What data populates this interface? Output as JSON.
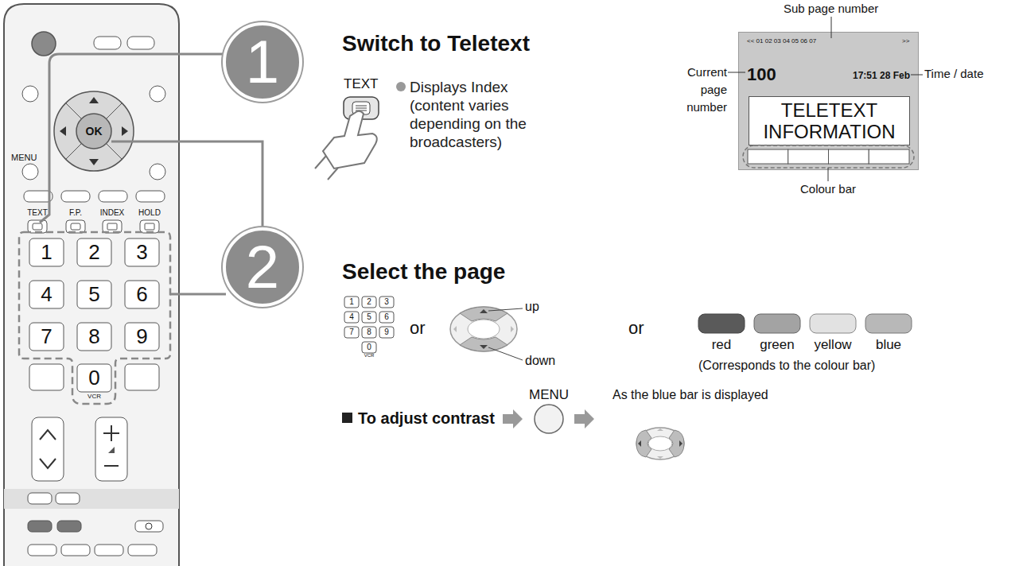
{
  "diagram": {
    "nodes": [
      {
        "text": [
          "1"
        ]
      },
      {
        "text": [
          "2"
        ]
      },
      {
        "text": [
          "<< 01 02 03 04 05 06 07",
          ">>",
          "100",
          "17:51 28 Feb"
        ]
      },
      {
        "text": [
          "TELETEXT INFORMATION"
        ],
        "in": 2
      }
    ],
    "labels": [
      "MENU",
      "OK",
      "TEXT",
      "F.P.",
      "INDEX",
      "HOLD",
      "1",
      "2",
      "3",
      "4",
      "5",
      "6",
      "7",
      "8",
      "9",
      "0",
      "VCR",
      "Switch to Teletext",
      "TEXT",
      "Displays Index (content varies depending on the broadcasters)",
      "Sub page number",
      "Current page number",
      "Time / date",
      "Colour bar",
      "Select the page",
      "1",
      "2",
      "3",
      "4",
      "5",
      "6",
      "7",
      "8",
      "9",
      "0",
      "VCR",
      "or",
      "up",
      "down",
      "or",
      "red",
      "green",
      "yellow",
      "blue",
      "(Corresponds to the colour bar)",
      "To adjust contrast",
      "MENU",
      "As the blue bar is displayed"
    ]
  }
}
